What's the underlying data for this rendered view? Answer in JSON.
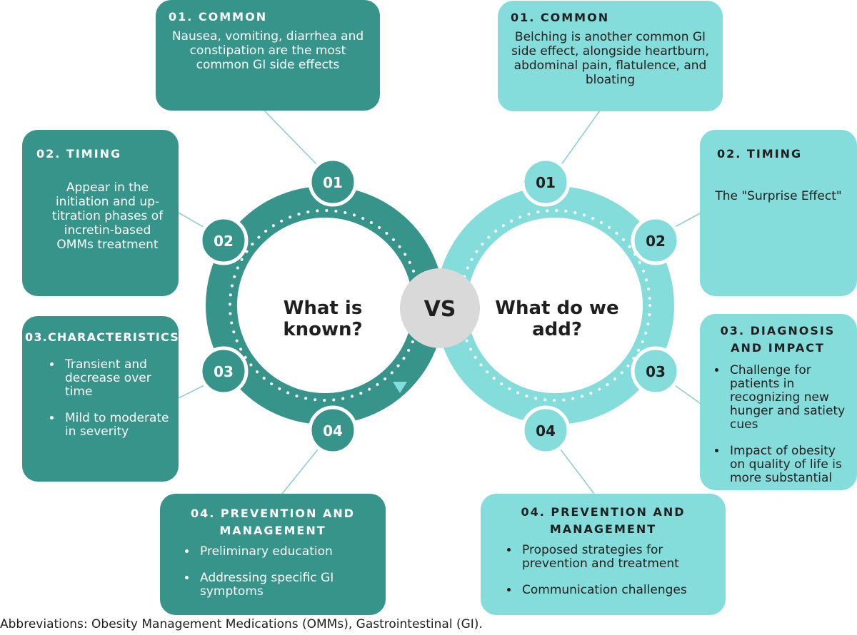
{
  "colors": {
    "dark": "#36948b",
    "light": "#84dcdb",
    "vs_circle": "#d9d9d9",
    "text": "#1f1f1f"
  },
  "center": {
    "left_label_line1": "What is",
    "left_label_line2": "known?",
    "right_label_line1": "What do we",
    "right_label_line2": "add?",
    "vs": "VS"
  },
  "left_steps": [
    "01",
    "02",
    "03",
    "04"
  ],
  "right_steps": [
    "01",
    "02",
    "03",
    "04"
  ],
  "left": {
    "common": {
      "title": "01. COMMON",
      "body": "Nausea, vomiting, diarrhea and constipation are the most common GI side effects"
    },
    "timing": {
      "title": "02. TIMING",
      "body": "Appear in the initiation and up-titration phases of incretin-based OMMs treatment"
    },
    "characteristics": {
      "title": "03.CHARACTERISTICS",
      "items": [
        "Transient and decrease over time",
        "Mild to moderate in severity"
      ]
    },
    "prevention": {
      "title": "04. PREVENTION AND MANAGEMENT",
      "items": [
        "Preliminary education",
        "Addressing specific GI symptoms"
      ]
    }
  },
  "right": {
    "common": {
      "title": "01. COMMON",
      "body": "Belching is another common GI side effect, alongside heartburn, abdominal pain, flatulence, and bloating"
    },
    "timing": {
      "title": "02. TIMING",
      "body": "The \"Surprise Effect\""
    },
    "diagnosis": {
      "title": "03. DIAGNOSIS AND IMPACT",
      "items": [
        "Challenge for patients in recognizing new hunger and satiety cues",
        "Impact of obesity on quality of life is more substantial"
      ]
    },
    "prevention": {
      "title": "04. PREVENTION AND MANAGEMENT",
      "items": [
        "Proposed strategies for prevention and treatment",
        "Communication challenges"
      ]
    }
  },
  "footnote": "Abbreviations: Obesity Management Medications (OMMs), Gastrointestinal (GI)."
}
